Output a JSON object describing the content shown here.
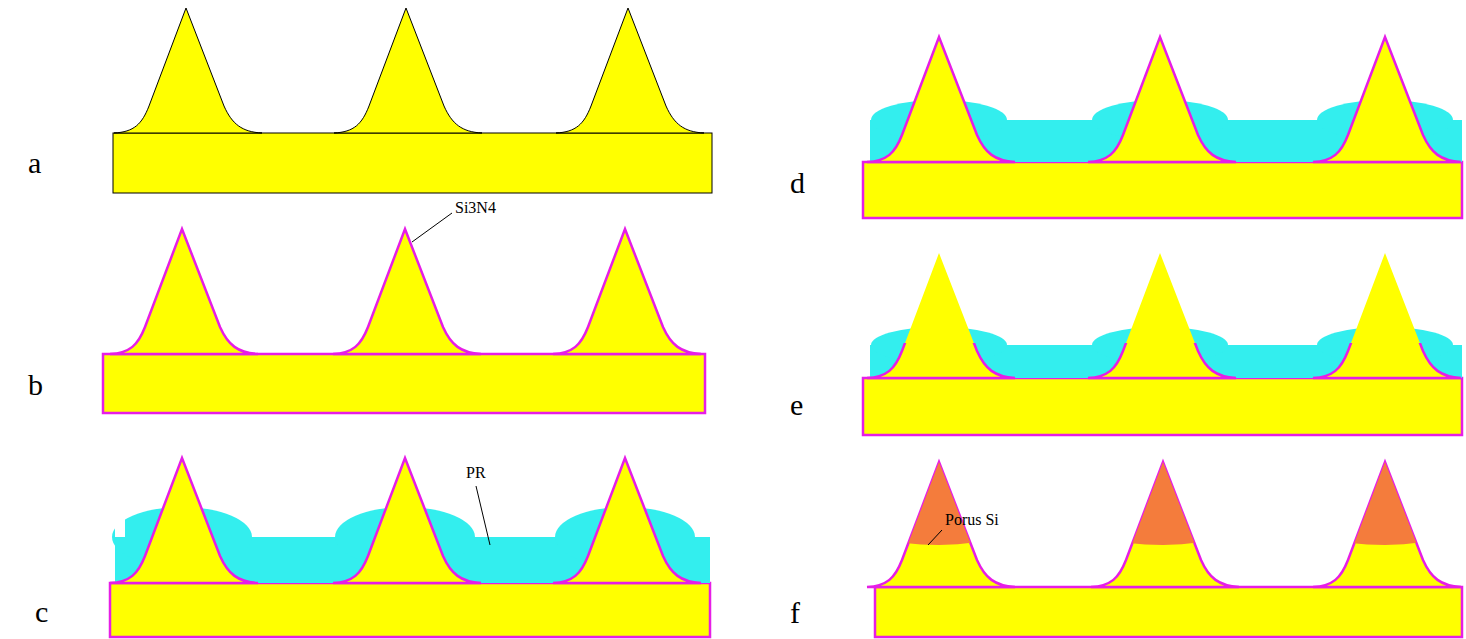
{
  "diagram": {
    "labels": [
      "a",
      "Si3N4",
      "b",
      "PR",
      "c",
      "d",
      "e",
      "Porus Si",
      "f"
    ]
  }
}
